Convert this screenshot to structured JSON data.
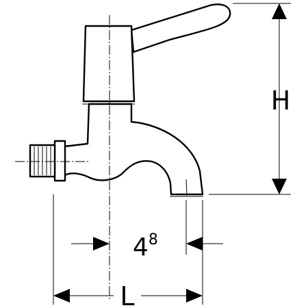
{
  "dimensions": {
    "height_label": "H",
    "spout_label_main": "4",
    "spout_label_sup": "8",
    "length_label": "L"
  },
  "colors": {
    "line": "#000000",
    "background": "#ffffff"
  }
}
